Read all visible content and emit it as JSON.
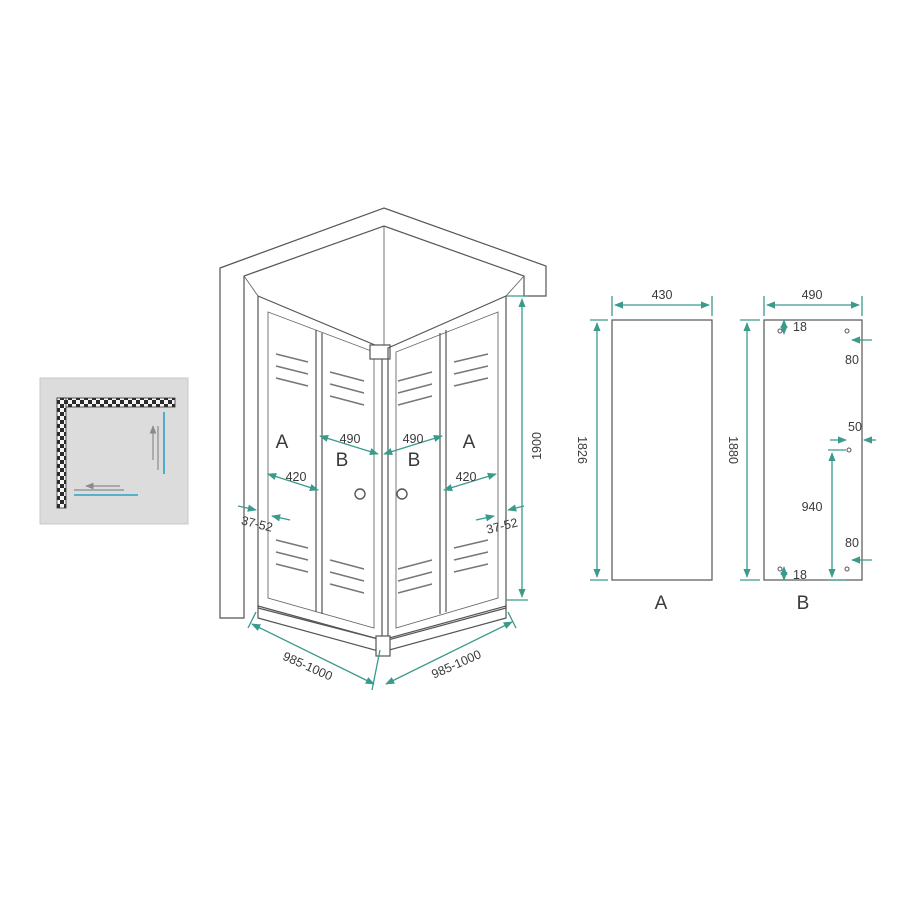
{
  "colors": {
    "dimension_line": "#3a9a8c",
    "outline": "#555555",
    "text": "#3a3a3a",
    "legend_bg": "#dcdcdc",
    "legend_blue": "#29a3c4",
    "legend_gray_arrow": "#8a8a8a"
  },
  "legend": {
    "icon": "corner-tile-wall-icon"
  },
  "main_view": {
    "panel_labels": {
      "left_fixed": "A",
      "left_door": "B",
      "right_door": "B",
      "right_fixed": "A"
    },
    "dims": {
      "door_width_left": "490",
      "door_width_right": "490",
      "fixed_width_left": "420",
      "fixed_width_right": "420",
      "adjust_left": "37-52",
      "adjust_right": "37-52",
      "height": "1900",
      "base_left": "985-1000",
      "base_right": "985-1000"
    }
  },
  "panel_a": {
    "label": "A",
    "width": "430",
    "height": "1826"
  },
  "panel_b": {
    "label": "B",
    "width": "490",
    "height": "1880",
    "top_offset": "18",
    "bottom_offset": "18",
    "side_top": "80",
    "handle_offset": "50",
    "handle_height": "940",
    "side_bottom": "80"
  }
}
